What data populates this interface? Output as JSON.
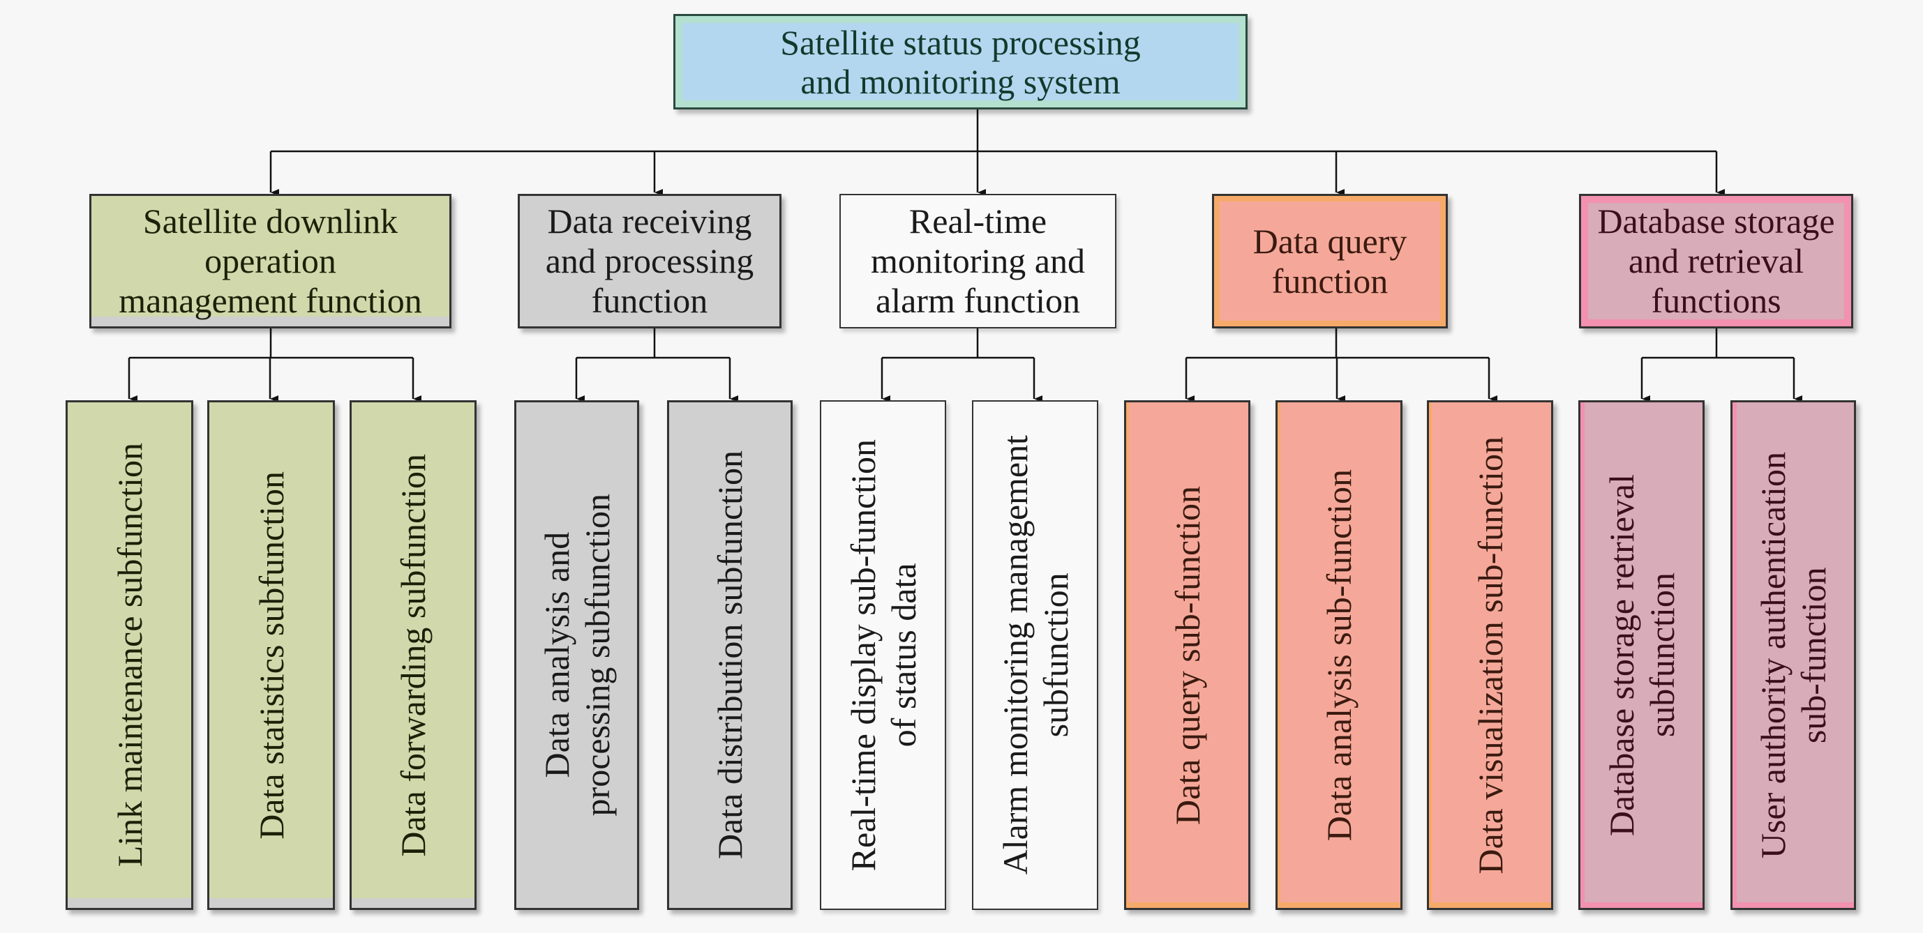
{
  "diagram": {
    "type": "hierarchy",
    "root": {
      "label": "Satellite status processing\nand monitoring system",
      "fill": "#b4d7f0",
      "accent": "#b3e0cf"
    },
    "functions": [
      {
        "label": "Satellite downlink\noperation\nmanagement function",
        "fill": "#d1d8ab",
        "theme": "green",
        "subfunctions": [
          "Link maintenance subfunction",
          "Data statistics subfunction",
          "Data forwarding subfunction"
        ]
      },
      {
        "label": "Data receiving\nand processing\nfunction",
        "fill": "#d0d0d0",
        "theme": "gray",
        "subfunctions": [
          "Data analysis and\nprocessing subfunction",
          "Data distribution subfunction"
        ]
      },
      {
        "label": "Real-time\nmonitoring and\nalarm function",
        "fill": "#f9f9f9",
        "theme": "white",
        "subfunctions": [
          "Real-time display sub-function\nof status data",
          "Alarm monitoring management\nsubfunction"
        ]
      },
      {
        "label": "Data query\nfunction",
        "fill": "#f5a899",
        "theme": "salmon",
        "subfunctions": [
          "Data query sub-function",
          "Data analysis sub-function",
          "Data visualization sub-function"
        ]
      },
      {
        "label": "Database storage\nand retrieval\nfunctions",
        "fill": "#d9acb9",
        "theme": "pink",
        "subfunctions": [
          "Database storage retrieval\nsubfunction",
          "User authority authentication\nsub-function"
        ]
      }
    ]
  }
}
